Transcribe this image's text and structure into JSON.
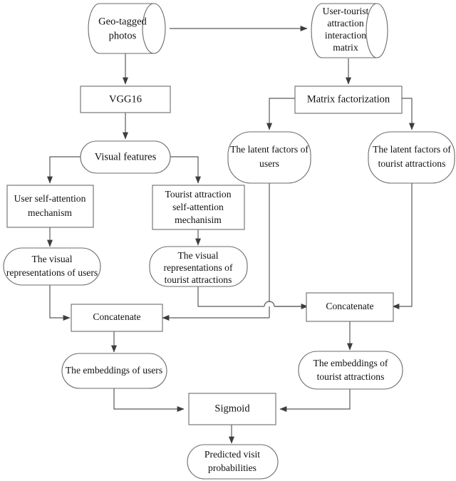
{
  "diagram": {
    "type": "flowchart",
    "title": "Tourist attraction recommendation model architecture",
    "colors": {
      "background": "#ffffff",
      "node_stroke": "#6b6b6b",
      "edge_stroke": "#5b5b5b",
      "text": "#111111"
    },
    "nodes": [
      {
        "id": "geo_photos",
        "shape": "cylinder",
        "lines": [
          "Geo-tagged",
          "photos"
        ]
      },
      {
        "id": "interaction_matrix",
        "shape": "cylinder",
        "lines": [
          "User-tourist",
          "attraction",
          "interaction",
          "matrix"
        ]
      },
      {
        "id": "vgg16",
        "shape": "rect",
        "lines": [
          "VGG16"
        ]
      },
      {
        "id": "matrix_factorization",
        "shape": "rect",
        "lines": [
          "Matrix factorization"
        ]
      },
      {
        "id": "visual_features",
        "shape": "stadium",
        "lines": [
          "Visual features"
        ]
      },
      {
        "id": "latent_users",
        "shape": "stadium",
        "lines": [
          "The latent factors of",
          "users"
        ]
      },
      {
        "id": "latent_attractions",
        "shape": "stadium",
        "lines": [
          "The latent factors of",
          "tourist attractions"
        ]
      },
      {
        "id": "user_self_attention",
        "shape": "rect",
        "lines": [
          "User self-attention",
          "mechanism"
        ]
      },
      {
        "id": "attraction_self_attention",
        "shape": "rect",
        "lines": [
          "Tourist attraction",
          "self-attention",
          "mechanisim"
        ]
      },
      {
        "id": "visual_repr_users",
        "shape": "stadium",
        "lines": [
          "The visual",
          "representations of users"
        ]
      },
      {
        "id": "visual_repr_attractions",
        "shape": "stadium",
        "lines": [
          "The visual",
          "representations of",
          "tourist attractions"
        ]
      },
      {
        "id": "concat_left",
        "shape": "rect",
        "lines": [
          "Concatenate"
        ]
      },
      {
        "id": "concat_right",
        "shape": "rect",
        "lines": [
          "Concatenate"
        ]
      },
      {
        "id": "embeddings_users",
        "shape": "stadium",
        "lines": [
          "The embeddings of users"
        ]
      },
      {
        "id": "embeddings_attractions",
        "shape": "stadium",
        "lines": [
          "The embeddings of",
          "tourist attractions"
        ]
      },
      {
        "id": "sigmoid",
        "shape": "rect",
        "lines": [
          "Sigmoid"
        ]
      },
      {
        "id": "predicted",
        "shape": "stadium",
        "lines": [
          "Predicted visit",
          "probabilities"
        ]
      }
    ],
    "edges": [
      {
        "from": "geo_photos",
        "to": "interaction_matrix"
      },
      {
        "from": "geo_photos",
        "to": "vgg16"
      },
      {
        "from": "interaction_matrix",
        "to": "matrix_factorization"
      },
      {
        "from": "vgg16",
        "to": "visual_features"
      },
      {
        "from": "matrix_factorization",
        "to": "latent_users"
      },
      {
        "from": "matrix_factorization",
        "to": "latent_attractions"
      },
      {
        "from": "visual_features",
        "to": "user_self_attention"
      },
      {
        "from": "visual_features",
        "to": "attraction_self_attention"
      },
      {
        "from": "user_self_attention",
        "to": "visual_repr_users"
      },
      {
        "from": "attraction_self_attention",
        "to": "visual_repr_attractions"
      },
      {
        "from": "visual_repr_users",
        "to": "concat_left"
      },
      {
        "from": "visual_repr_attractions",
        "to": "concat_left"
      },
      {
        "from": "latent_users",
        "to": "concat_right"
      },
      {
        "from": "latent_attractions",
        "to": "concat_right"
      },
      {
        "from": "concat_left",
        "to": "embeddings_users"
      },
      {
        "from": "concat_right",
        "to": "embeddings_attractions"
      },
      {
        "from": "embeddings_users",
        "to": "sigmoid"
      },
      {
        "from": "embeddings_attractions",
        "to": "sigmoid"
      },
      {
        "from": "sigmoid",
        "to": "predicted"
      }
    ]
  }
}
